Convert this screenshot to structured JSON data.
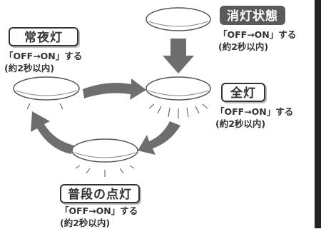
{
  "states": {
    "off": {
      "label": "消灯状態",
      "action": "「OFF→ON」する",
      "time": "(約2秒以内)"
    },
    "night": {
      "label": "常夜灯",
      "action": "「OFF→ON」する",
      "time": "(約2秒以内)"
    },
    "full": {
      "label": "全灯",
      "action": "「OFF→ON」する",
      "time": "(約2秒以内)"
    },
    "normal": {
      "label": "普段の点灯",
      "action": "「OFF→ON」する",
      "time": "(約2秒以内)"
    }
  },
  "colors": {
    "arrow": "#6e6e6e",
    "label_dark_bg": "#5a5a5a",
    "outline": "#333333"
  }
}
